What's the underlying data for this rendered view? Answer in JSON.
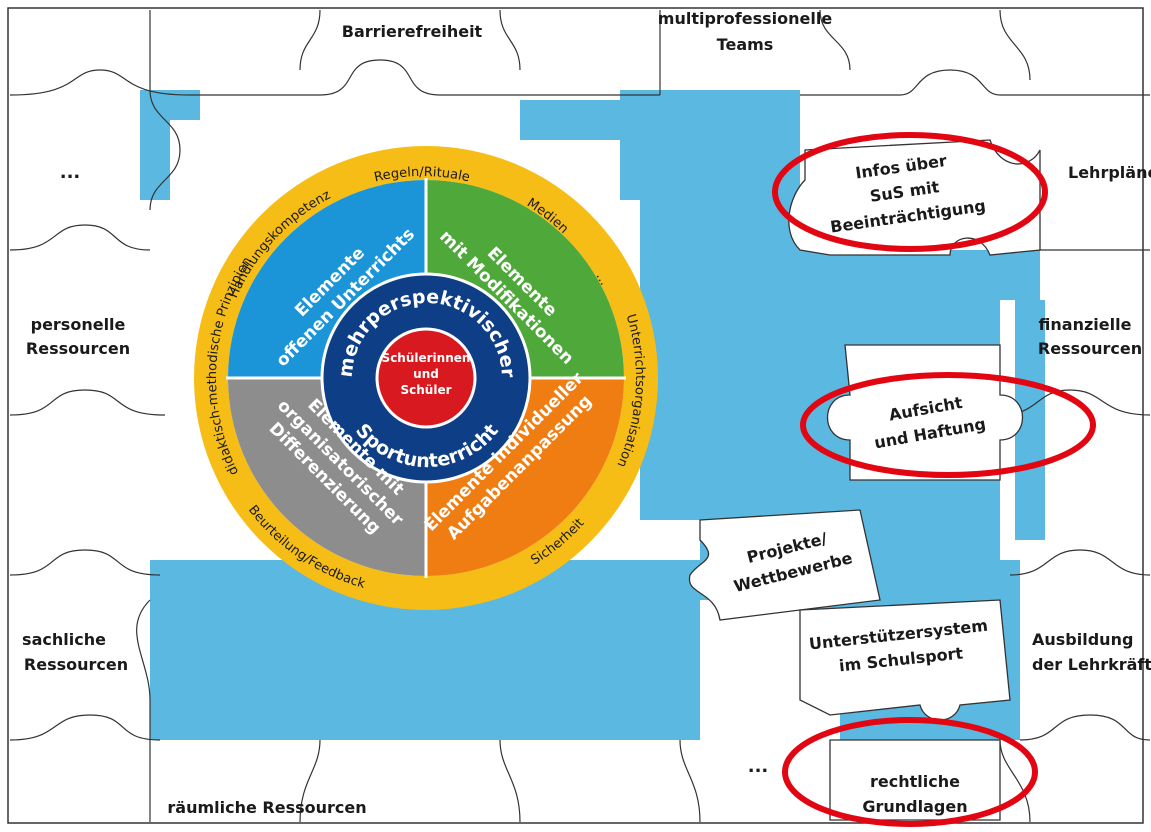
{
  "puzzle": {
    "labels": {
      "barrierefreiheit": "Barrierefreiheit",
      "teams_line1": "multiprofessionelle",
      "teams_line2": "Teams",
      "dots_left": "...",
      "lehrplaene": "Lehrpläne",
      "personell_line1": "personelle",
      "personell_line2": "Ressourcen",
      "finanz_line1": "finanzielle",
      "finanz_line2": "Ressourcen",
      "sachlich_line1": "sachliche",
      "sachlich_line2": "Ressourcen",
      "ausbildung_line1": "Ausbildung",
      "ausbildung_line2": "der Lehrkräfte",
      "raeumlich": "räumliche Ressourcen",
      "dots_bottom": "...",
      "infos_line1": "Infos über",
      "infos_line2": "SuS mit",
      "infos_line3": "Beeinträchtigung",
      "aufsicht_line1": "Aufsicht",
      "aufsicht_line2": "und Haftung",
      "projekte_line1": "Projekte/",
      "projekte_line2": "Wettbewerbe",
      "unterstuetz_line1": "Unterstützersystem",
      "unterstuetz_line2": "im Schulsport",
      "recht_line1": "rechtliche",
      "recht_line2": "Grundlagen"
    }
  },
  "wheel": {
    "ring": {
      "regeln": "Regeln/Rituale",
      "medien": "Medien",
      "dots": "...",
      "unterrichtsorg": "Unterrichtsorganisation",
      "beurteilung": "Beurteilung/Feedback",
      "sicherheit": "Sicherheit",
      "didaktisch": "didaktisch-methodische Prinzipien",
      "handlung": "Handlungskompetenz"
    },
    "quadrants": {
      "top_left_line1": "Elemente",
      "top_left_line2": "offenen Unterrichts",
      "top_right_line1": "Elemente",
      "top_right_line2": "mit Modifikationen",
      "bottom_left_line1": "Elemente mit",
      "bottom_left_line2": "organisatorischer",
      "bottom_left_line3": "Differenzierung",
      "bottom_right_line1": "Elemente individueller",
      "bottom_right_line2": "Aufgabenanpassung"
    },
    "inner_top": "mehrperspektivischer",
    "inner_bottom": "Sportunterricht",
    "core_line1": "Schülerinnen",
    "core_line2": "und",
    "core_line3": "Schüler"
  },
  "colors": {
    "puzzle_blue": "#5bb8e0",
    "ring_yellow": "#f6bd17",
    "quadrant_blue": "#1b95d8",
    "quadrant_green": "#4fa93a",
    "quadrant_gray": "#8d8d8d",
    "quadrant_orange": "#ef7d12",
    "inner_navy": "#0e3f86",
    "core_red": "#d8191f",
    "highlight_red": "#e20612"
  }
}
